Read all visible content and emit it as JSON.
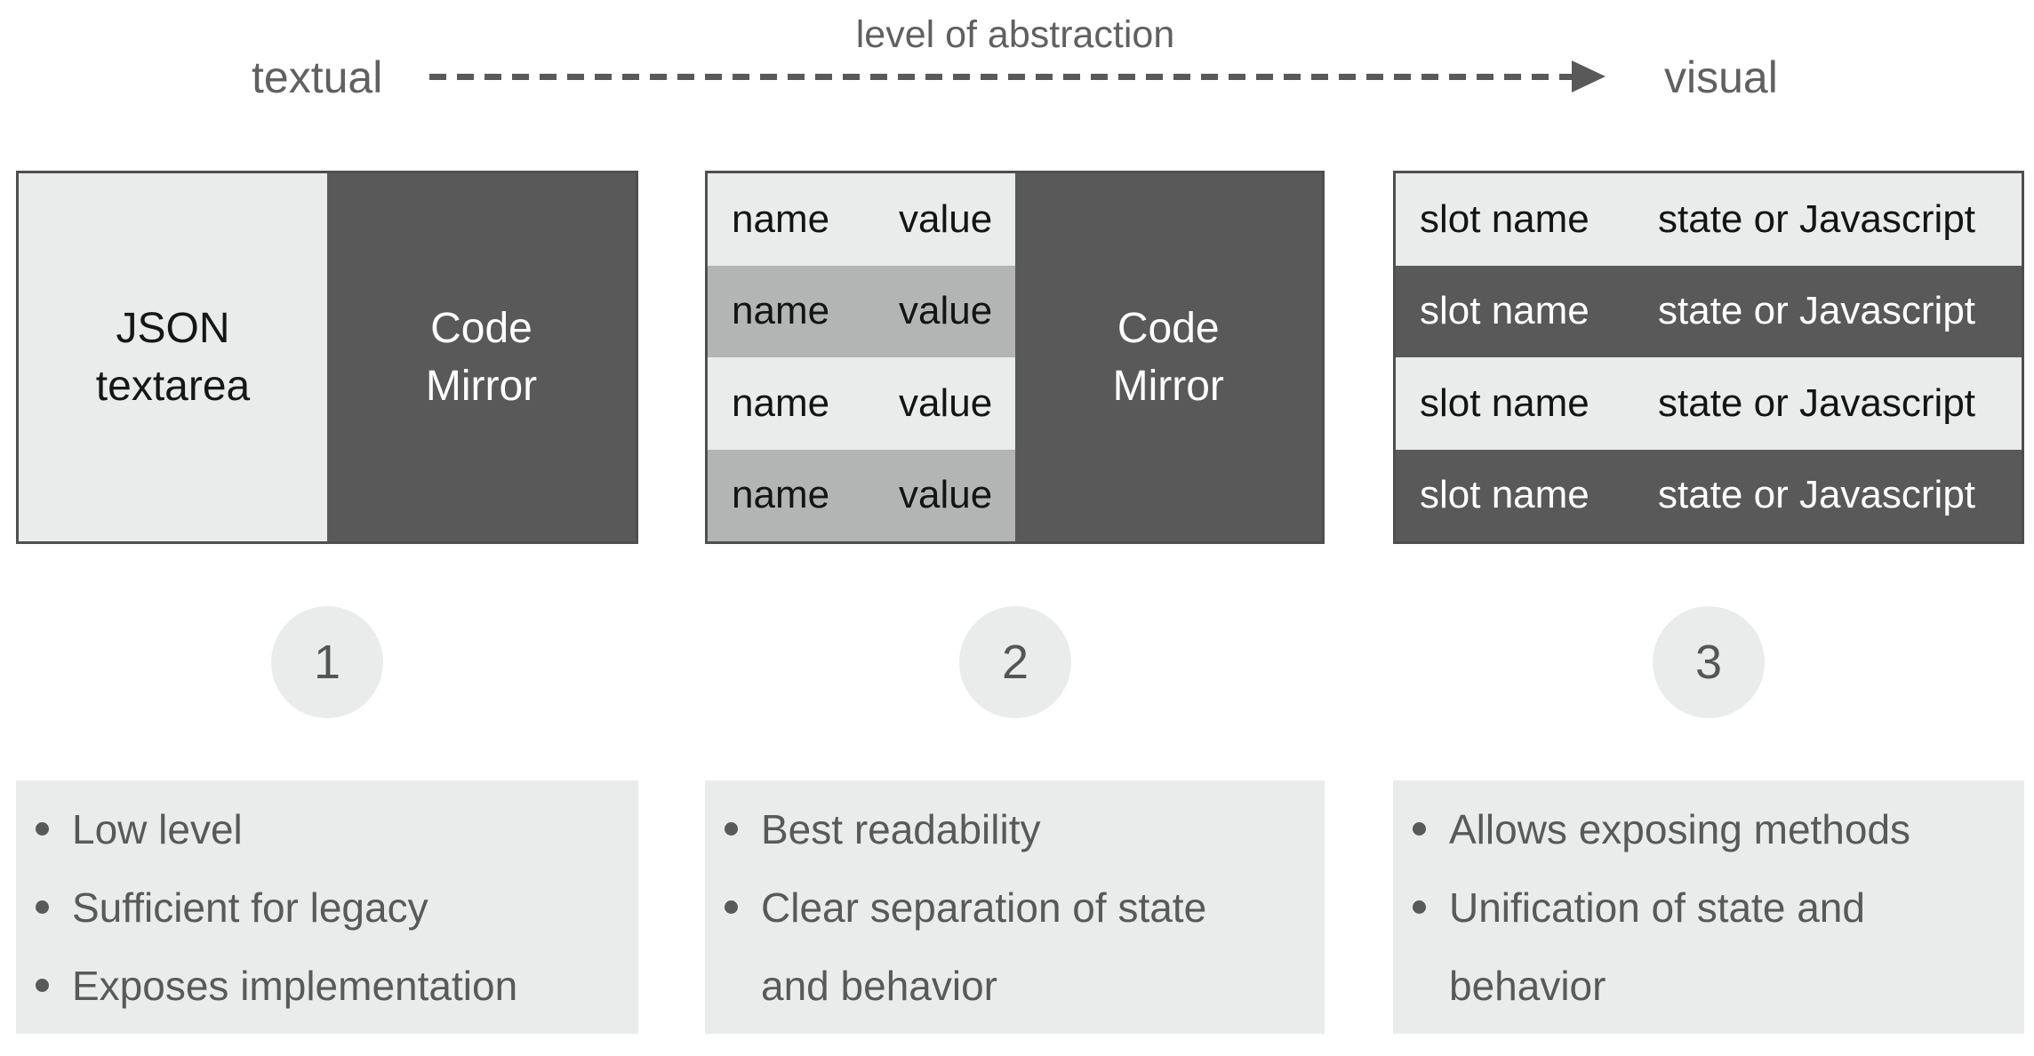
{
  "header": {
    "left_label": "textual",
    "arrow_label": "level of abstraction",
    "right_label": "visual"
  },
  "panels": [
    {
      "textarea_lines": [
        "JSON",
        "textarea"
      ],
      "codemirror_lines": [
        "Code",
        "Mirror"
      ]
    },
    {
      "rows": [
        {
          "name": "name",
          "value": "value"
        },
        {
          "name": "name",
          "value": "value"
        },
        {
          "name": "name",
          "value": "value"
        },
        {
          "name": "name",
          "value": "value"
        }
      ],
      "codemirror_lines": [
        "Code",
        "Mirror"
      ]
    },
    {
      "rows": [
        {
          "name": "slot name",
          "value": "state or Javascript"
        },
        {
          "name": "slot name",
          "value": "state or Javascript"
        },
        {
          "name": "slot name",
          "value": "state or Javascript"
        },
        {
          "name": "slot name",
          "value": "state or Javascript"
        }
      ]
    }
  ],
  "steps": [
    "1",
    "2",
    "3"
  ],
  "notes": [
    {
      "lines": [
        {
          "text": "Low level",
          "bullet": true
        },
        {
          "text": "Sufficient for legacy",
          "bullet": true
        },
        {
          "text": "Exposes implementation",
          "bullet": true
        }
      ]
    },
    {
      "lines": [
        {
          "text": "Best readability",
          "bullet": true
        },
        {
          "text": "Clear separation of state",
          "bullet": true
        },
        {
          "text": "and behavior",
          "bullet": false
        }
      ]
    },
    {
      "lines": [
        {
          "text": "Allows exposing methods",
          "bullet": true
        },
        {
          "text": "Unification of state and",
          "bullet": true
        },
        {
          "text": "behavior",
          "bullet": false
        }
      ]
    }
  ],
  "colors": {
    "light_gray": "#e9eceb",
    "medium_gray": "#b3b4b4",
    "dark_gray": "#595959",
    "label_gray": "#606060",
    "text_black": "#141414",
    "white": "#ffffff"
  }
}
